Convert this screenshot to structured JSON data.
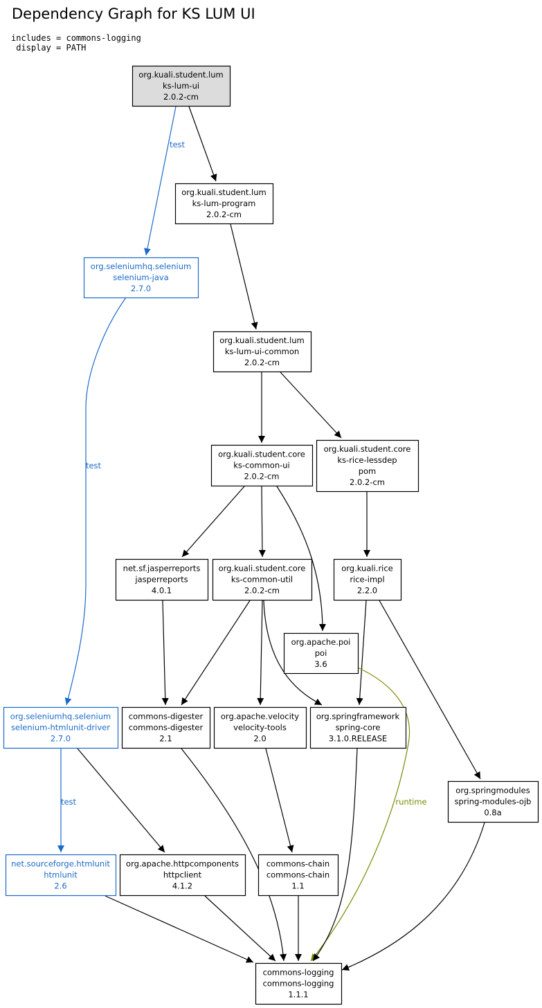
{
  "title": "Dependency Graph for KS LUM UI",
  "params": [
    "includes = commons-logging",
    " display = PATH"
  ],
  "colors": {
    "compile": "#000000",
    "test": "#1a6ac9",
    "runtime": "#7a8a00",
    "root_fill": "#dcdcdc"
  },
  "nodes": [
    {
      "id": "ks-lum-ui",
      "lines": [
        "org.kuali.student.lum",
        "ks-lum-ui",
        "2.0.2-cm"
      ],
      "scope": "root"
    },
    {
      "id": "ks-lum-program",
      "lines": [
        "org.kuali.student.lum",
        "ks-lum-program",
        "2.0.2-cm"
      ],
      "scope": "compile"
    },
    {
      "id": "selenium-java",
      "lines": [
        "org.seleniumhq.selenium",
        "selenium-java",
        "2.7.0"
      ],
      "scope": "test"
    },
    {
      "id": "ks-lum-ui-common",
      "lines": [
        "org.kuali.student.lum",
        "ks-lum-ui-common",
        "2.0.2-cm"
      ],
      "scope": "compile"
    },
    {
      "id": "ks-common-ui",
      "lines": [
        "org.kuali.student.core",
        "ks-common-ui",
        "2.0.2-cm"
      ],
      "scope": "compile"
    },
    {
      "id": "ks-rice-lessdep",
      "lines": [
        "org.kuali.student.core",
        "ks-rice-lessdep",
        "pom",
        "2.0.2-cm"
      ],
      "scope": "compile"
    },
    {
      "id": "jasperreports",
      "lines": [
        "net.sf.jasperreports",
        "jasperreports",
        "4.0.1"
      ],
      "scope": "compile"
    },
    {
      "id": "ks-common-util",
      "lines": [
        "org.kuali.student.core",
        "ks-common-util",
        "2.0.2-cm"
      ],
      "scope": "compile"
    },
    {
      "id": "rice-impl",
      "lines": [
        "org.kuali.rice",
        "rice-impl",
        "2.2.0"
      ],
      "scope": "compile"
    },
    {
      "id": "poi",
      "lines": [
        "org.apache.poi",
        "poi",
        "3.6"
      ],
      "scope": "compile"
    },
    {
      "id": "selenium-htmlunit-driver",
      "lines": [
        "org.seleniumhq.selenium",
        "selenium-htmlunit-driver",
        "2.7.0"
      ],
      "scope": "test"
    },
    {
      "id": "commons-digester",
      "lines": [
        "commons-digester",
        "commons-digester",
        "2.1"
      ],
      "scope": "compile"
    },
    {
      "id": "velocity-tools",
      "lines": [
        "org.apache.velocity",
        "velocity-tools",
        "2.0"
      ],
      "scope": "compile"
    },
    {
      "id": "spring-core",
      "lines": [
        "org.springframework",
        "spring-core",
        "3.1.0.RELEASE"
      ],
      "scope": "compile"
    },
    {
      "id": "spring-modules-ojb",
      "lines": [
        "org.springmodules",
        "spring-modules-ojb",
        "0.8a"
      ],
      "scope": "compile"
    },
    {
      "id": "htmlunit",
      "lines": [
        "net.sourceforge.htmlunit",
        "htmlunit",
        "2.6"
      ],
      "scope": "test"
    },
    {
      "id": "httpclient",
      "lines": [
        "org.apache.httpcomponents",
        "httpclient",
        "4.1.2"
      ],
      "scope": "compile"
    },
    {
      "id": "commons-chain",
      "lines": [
        "commons-chain",
        "commons-chain",
        "1.1"
      ],
      "scope": "compile"
    },
    {
      "id": "commons-logging",
      "lines": [
        "commons-logging",
        "commons-logging",
        "1.1.1"
      ],
      "scope": "compile"
    }
  ],
  "edges": [
    {
      "from": "ks-lum-ui",
      "to": "ks-lum-program",
      "scope": "compile",
      "label": ""
    },
    {
      "from": "ks-lum-ui",
      "to": "selenium-java",
      "scope": "test",
      "label": "test"
    },
    {
      "from": "ks-lum-program",
      "to": "ks-lum-ui-common",
      "scope": "compile",
      "label": ""
    },
    {
      "from": "selenium-java",
      "to": "selenium-htmlunit-driver",
      "scope": "test",
      "label": "test"
    },
    {
      "from": "ks-lum-ui-common",
      "to": "ks-common-ui",
      "scope": "compile",
      "label": ""
    },
    {
      "from": "ks-lum-ui-common",
      "to": "ks-rice-lessdep",
      "scope": "compile",
      "label": ""
    },
    {
      "from": "ks-common-ui",
      "to": "jasperreports",
      "scope": "compile",
      "label": ""
    },
    {
      "from": "ks-common-ui",
      "to": "ks-common-util",
      "scope": "compile",
      "label": ""
    },
    {
      "from": "ks-common-ui",
      "to": "poi",
      "scope": "compile",
      "label": ""
    },
    {
      "from": "ks-rice-lessdep",
      "to": "rice-impl",
      "scope": "compile",
      "label": ""
    },
    {
      "from": "jasperreports",
      "to": "commons-digester",
      "scope": "compile",
      "label": ""
    },
    {
      "from": "ks-common-util",
      "to": "commons-digester",
      "scope": "compile",
      "label": ""
    },
    {
      "from": "ks-common-util",
      "to": "velocity-tools",
      "scope": "compile",
      "label": ""
    },
    {
      "from": "ks-common-util",
      "to": "spring-core",
      "scope": "compile",
      "label": ""
    },
    {
      "from": "rice-impl",
      "to": "spring-core",
      "scope": "compile",
      "label": ""
    },
    {
      "from": "rice-impl",
      "to": "spring-modules-ojb",
      "scope": "compile",
      "label": ""
    },
    {
      "from": "poi",
      "to": "commons-logging",
      "scope": "runtime",
      "label": "runtime"
    },
    {
      "from": "selenium-htmlunit-driver",
      "to": "htmlunit",
      "scope": "test",
      "label": "test"
    },
    {
      "from": "selenium-htmlunit-driver",
      "to": "httpclient",
      "scope": "compile",
      "label": ""
    },
    {
      "from": "commons-digester",
      "to": "commons-logging",
      "scope": "compile",
      "label": ""
    },
    {
      "from": "velocity-tools",
      "to": "commons-chain",
      "scope": "compile",
      "label": ""
    },
    {
      "from": "spring-core",
      "to": "commons-logging",
      "scope": "compile",
      "label": ""
    },
    {
      "from": "spring-modules-ojb",
      "to": "commons-logging",
      "scope": "compile",
      "label": ""
    },
    {
      "from": "htmlunit",
      "to": "commons-logging",
      "scope": "compile",
      "label": ""
    },
    {
      "from": "httpclient",
      "to": "commons-logging",
      "scope": "compile",
      "label": ""
    },
    {
      "from": "commons-chain",
      "to": "commons-logging",
      "scope": "compile",
      "label": ""
    }
  ]
}
